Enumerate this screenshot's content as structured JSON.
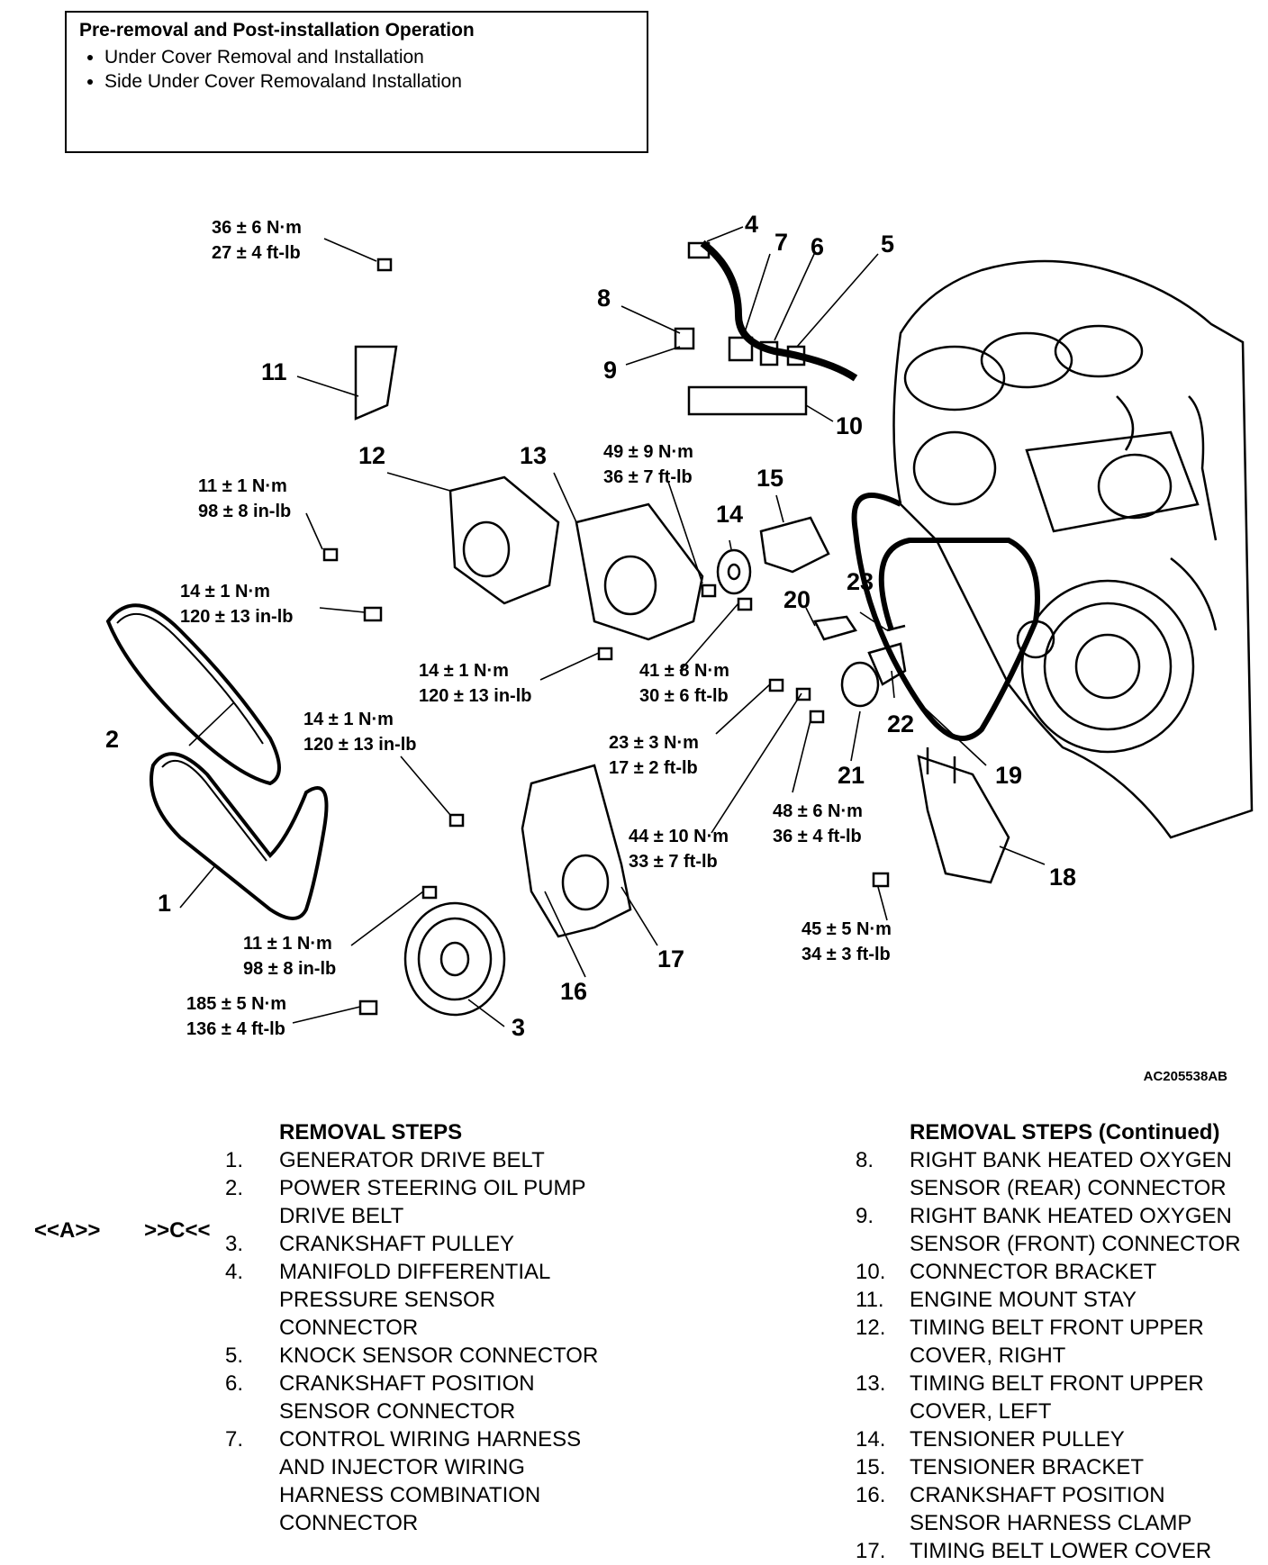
{
  "pre_removal": {
    "heading": "Pre-removal and Post-installation Operation",
    "items": [
      "Under Cover Removal and Installation",
      "Side Under Cover Removaland Installation"
    ]
  },
  "callouts": [
    "1",
    "2",
    "3",
    "4",
    "5",
    "6",
    "7",
    "8",
    "9",
    "10",
    "11",
    "12",
    "13",
    "14",
    "15",
    "16",
    "17",
    "18",
    "19",
    "20",
    "21",
    "22",
    "23"
  ],
  "torques": [
    [
      "36 ± 6 N·m",
      "27 ± 4 ft-lb"
    ],
    [
      "11 ± 1 N·m",
      "98 ± 8 in-lb"
    ],
    [
      "14 ± 1 N·m",
      "120 ± 13 in-lb"
    ],
    [
      "49 ± 9 N·m",
      "36 ± 7 ft-lb"
    ],
    [
      "14 ± 1 N·m",
      "120 ± 13 in-lb"
    ],
    [
      "41 ± 8 N·m",
      "30 ± 6 ft-lb"
    ],
    [
      "14 ± 1 N·m",
      "120 ± 13 in-lb"
    ],
    [
      "23 ± 3 N·m",
      "17 ± 2 ft-lb"
    ],
    [
      "48 ± 6 N·m",
      "36 ± 4 ft-lb"
    ],
    [
      "44 ± 10 N·m",
      "33 ± 7 ft-lb"
    ],
    [
      "11 ± 1 N·m",
      "98 ± 8 in-lb"
    ],
    [
      "45 ± 5 N·m",
      "34 ± 3 ft-lb"
    ],
    [
      "185 ± 5 N·m",
      "136 ± 4 ft-lb"
    ]
  ],
  "part_number": "AC205538AB",
  "steps_left": {
    "heading": "REMOVAL STEPS",
    "items": [
      {
        "num": "1.",
        "lines": [
          "GENERATOR DRIVE BELT"
        ]
      },
      {
        "num": "2.",
        "lines": [
          "POWER STEERING OIL PUMP",
          "DRIVE BELT"
        ]
      },
      {
        "num": "3.",
        "lines": [
          "CRANKSHAFT PULLEY"
        ]
      },
      {
        "num": "4.",
        "lines": [
          "MANIFOLD DIFFERENTIAL",
          "PRESSURE SENSOR",
          "CONNECTOR"
        ]
      },
      {
        "num": "5.",
        "lines": [
          "KNOCK SENSOR CONNECTOR"
        ]
      },
      {
        "num": "6.",
        "lines": [
          "CRANKSHAFT POSITION",
          "SENSOR CONNECTOR"
        ]
      },
      {
        "num": "7.",
        "lines": [
          "CONTROL WIRING HARNESS",
          "AND INJECTOR WIRING",
          "HARNESS COMBINATION",
          "CONNECTOR"
        ]
      }
    ]
  },
  "step_tags": {
    "a": "<<A>>",
    "c": ">>C<<"
  },
  "steps_right": {
    "heading": "REMOVAL STEPS (Continued)",
    "items": [
      {
        "num": "8.",
        "lines": [
          "RIGHT BANK HEATED OXYGEN",
          "SENSOR (REAR) CONNECTOR"
        ]
      },
      {
        "num": "9.",
        "lines": [
          "RIGHT BANK HEATED OXYGEN",
          "SENSOR (FRONT) CONNECTOR"
        ]
      },
      {
        "num": "10.",
        "lines": [
          "CONNECTOR BRACKET"
        ]
      },
      {
        "num": "11.",
        "lines": [
          "ENGINE MOUNT STAY"
        ]
      },
      {
        "num": "12.",
        "lines": [
          "TIMING BELT FRONT UPPER",
          "COVER, RIGHT"
        ]
      },
      {
        "num": "13.",
        "lines": [
          "TIMING BELT FRONT UPPER",
          "COVER, LEFT"
        ]
      },
      {
        "num": "14.",
        "lines": [
          "TENSIONER PULLEY"
        ]
      },
      {
        "num": "15.",
        "lines": [
          "TENSIONER BRACKET"
        ]
      },
      {
        "num": "16.",
        "lines": [
          "CRANKSHAFT POSITION",
          "SENSOR HARNESS CLAMP"
        ]
      },
      {
        "num": "17.",
        "lines": [
          "TIMING BELT LOWER COVER"
        ]
      }
    ]
  }
}
